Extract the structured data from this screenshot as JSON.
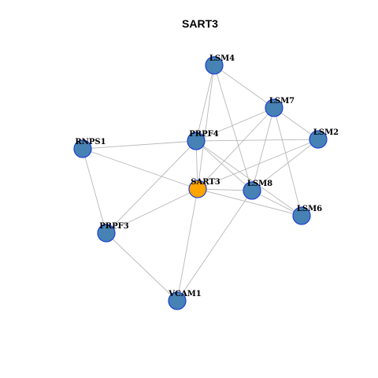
{
  "title": "SART3",
  "colors": {
    "node_fill": "#4682b4",
    "center_fill": "#ffa500",
    "node_border": "#1f3fd6",
    "edge": "#b8b8b8",
    "text": "#000000"
  },
  "nodes": [
    {
      "id": "LSM4",
      "label": "LSM4",
      "center": false
    },
    {
      "id": "LSM7",
      "label": "LSM7",
      "center": false
    },
    {
      "id": "LSM2",
      "label": "LSM2",
      "center": false
    },
    {
      "id": "PRPF4",
      "label": "PRPF4",
      "center": false
    },
    {
      "id": "RNPS1",
      "label": "RNPS1",
      "center": false
    },
    {
      "id": "SART3",
      "label": "SART3",
      "center": true
    },
    {
      "id": "LSM8",
      "label": "LSM8",
      "center": false
    },
    {
      "id": "LSM6",
      "label": "LSM6",
      "center": false
    },
    {
      "id": "PRPF3",
      "label": "PRPF3",
      "center": false
    },
    {
      "id": "VCAM1",
      "label": "VCAM1",
      "center": false
    }
  ],
  "edges": [
    [
      "LSM4",
      "LSM7"
    ],
    [
      "LSM4",
      "PRPF4"
    ],
    [
      "LSM4",
      "SART3"
    ],
    [
      "LSM4",
      "LSM8"
    ],
    [
      "LSM7",
      "LSM2"
    ],
    [
      "LSM7",
      "PRPF4"
    ],
    [
      "LSM7",
      "SART3"
    ],
    [
      "LSM7",
      "LSM8"
    ],
    [
      "LSM7",
      "LSM6"
    ],
    [
      "LSM2",
      "PRPF4"
    ],
    [
      "LSM2",
      "SART3"
    ],
    [
      "LSM2",
      "LSM8"
    ],
    [
      "PRPF4",
      "RNPS1"
    ],
    [
      "PRPF4",
      "SART3"
    ],
    [
      "PRPF4",
      "LSM8"
    ],
    [
      "PRPF4",
      "LSM6"
    ],
    [
      "PRPF4",
      "PRPF3"
    ],
    [
      "RNPS1",
      "SART3"
    ],
    [
      "RNPS1",
      "PRPF3"
    ],
    [
      "SART3",
      "LSM8"
    ],
    [
      "SART3",
      "LSM6"
    ],
    [
      "SART3",
      "PRPF3"
    ],
    [
      "SART3",
      "VCAM1"
    ],
    [
      "LSM8",
      "LSM6"
    ],
    [
      "LSM8",
      "VCAM1"
    ],
    [
      "PRPF3",
      "VCAM1"
    ]
  ]
}
